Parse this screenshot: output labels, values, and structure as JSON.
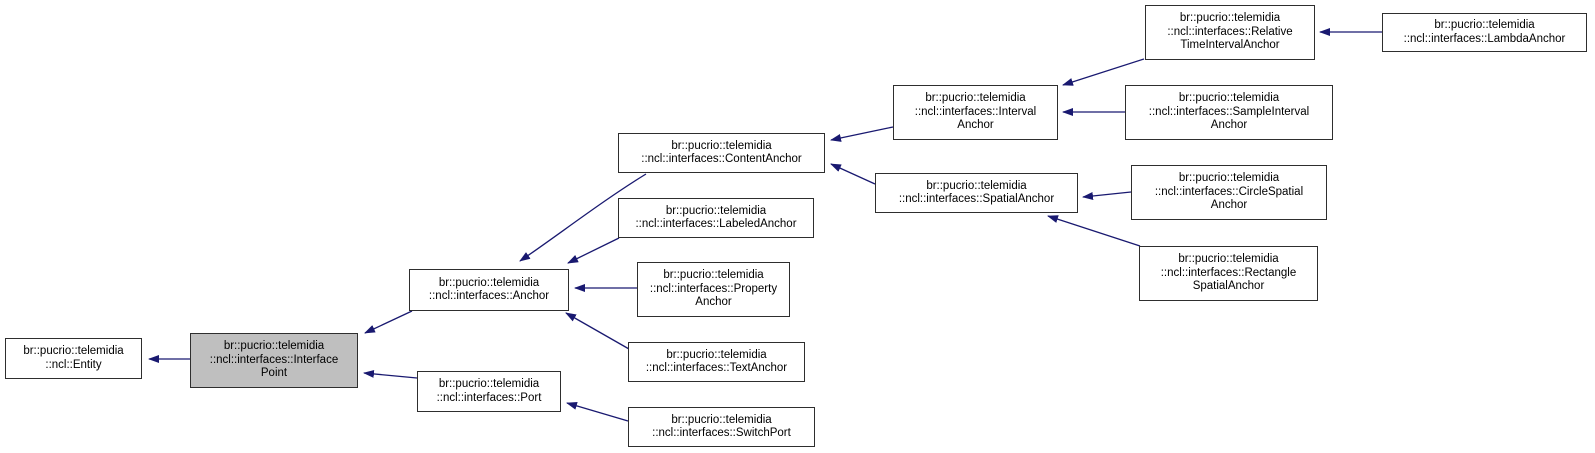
{
  "diagram": {
    "type": "class-inheritance-graph",
    "colors": {
      "background": "#ffffff",
      "node_fill": "#ffffff",
      "node_border": "#2e2e2e",
      "highlight_fill": "#bfbfbf",
      "arrow": "#191970",
      "text": "#000000"
    },
    "nodes": [
      {
        "id": "entity",
        "highlighted": false,
        "lines": [
          "br::pucrio::telemidia",
          "::ncl::Entity"
        ]
      },
      {
        "id": "interface-point",
        "highlighted": true,
        "lines": [
          "br::pucrio::telemidia",
          "::ncl::interfaces::Interface",
          "Point"
        ]
      },
      {
        "id": "anchor",
        "highlighted": false,
        "lines": [
          "br::pucrio::telemidia",
          "::ncl::interfaces::Anchor"
        ]
      },
      {
        "id": "port",
        "highlighted": false,
        "lines": [
          "br::pucrio::telemidia",
          "::ncl::interfaces::Port"
        ]
      },
      {
        "id": "content-anchor",
        "highlighted": false,
        "lines": [
          "br::pucrio::telemidia",
          "::ncl::interfaces::ContentAnchor"
        ]
      },
      {
        "id": "labeled-anchor",
        "highlighted": false,
        "lines": [
          "br::pucrio::telemidia",
          "::ncl::interfaces::LabeledAnchor"
        ]
      },
      {
        "id": "property-anchor",
        "highlighted": false,
        "lines": [
          "br::pucrio::telemidia",
          "::ncl::interfaces::Property",
          "Anchor"
        ]
      },
      {
        "id": "text-anchor",
        "highlighted": false,
        "lines": [
          "br::pucrio::telemidia",
          "::ncl::interfaces::TextAnchor"
        ]
      },
      {
        "id": "switch-port",
        "highlighted": false,
        "lines": [
          "br::pucrio::telemidia",
          "::ncl::interfaces::SwitchPort"
        ]
      },
      {
        "id": "interval-anchor",
        "highlighted": false,
        "lines": [
          "br::pucrio::telemidia",
          "::ncl::interfaces::Interval",
          "Anchor"
        ]
      },
      {
        "id": "spatial-anchor",
        "highlighted": false,
        "lines": [
          "br::pucrio::telemidia",
          "::ncl::interfaces::SpatialAnchor"
        ]
      },
      {
        "id": "relative-time-interval-anchor",
        "highlighted": false,
        "lines": [
          "br::pucrio::telemidia",
          "::ncl::interfaces::Relative",
          "TimeIntervalAnchor"
        ]
      },
      {
        "id": "lambda-anchor",
        "highlighted": false,
        "lines": [
          "br::pucrio::telemidia",
          "::ncl::interfaces::LambdaAnchor"
        ]
      },
      {
        "id": "sample-interval-anchor",
        "highlighted": false,
        "lines": [
          "br::pucrio::telemidia",
          "::ncl::interfaces::SampleInterval",
          "Anchor"
        ]
      },
      {
        "id": "circle-spatial-anchor",
        "highlighted": false,
        "lines": [
          "br::pucrio::telemidia",
          "::ncl::interfaces::CircleSpatial",
          "Anchor"
        ]
      },
      {
        "id": "rectangle-spatial-anchor",
        "highlighted": false,
        "lines": [
          "br::pucrio::telemidia",
          "::ncl::interfaces::Rectangle",
          "SpatialAnchor"
        ]
      }
    ],
    "edges": [
      {
        "from": "interface-point",
        "to": "entity"
      },
      {
        "from": "anchor",
        "to": "interface-point"
      },
      {
        "from": "port",
        "to": "interface-point"
      },
      {
        "from": "content-anchor",
        "to": "anchor"
      },
      {
        "from": "labeled-anchor",
        "to": "anchor"
      },
      {
        "from": "property-anchor",
        "to": "anchor"
      },
      {
        "from": "text-anchor",
        "to": "anchor"
      },
      {
        "from": "switch-port",
        "to": "port"
      },
      {
        "from": "interval-anchor",
        "to": "content-anchor"
      },
      {
        "from": "spatial-anchor",
        "to": "content-anchor"
      },
      {
        "from": "relative-time-interval-anchor",
        "to": "interval-anchor"
      },
      {
        "from": "sample-interval-anchor",
        "to": "interval-anchor"
      },
      {
        "from": "lambda-anchor",
        "to": "relative-time-interval-anchor"
      },
      {
        "from": "circle-spatial-anchor",
        "to": "spatial-anchor"
      },
      {
        "from": "rectangle-spatial-anchor",
        "to": "spatial-anchor"
      }
    ]
  }
}
